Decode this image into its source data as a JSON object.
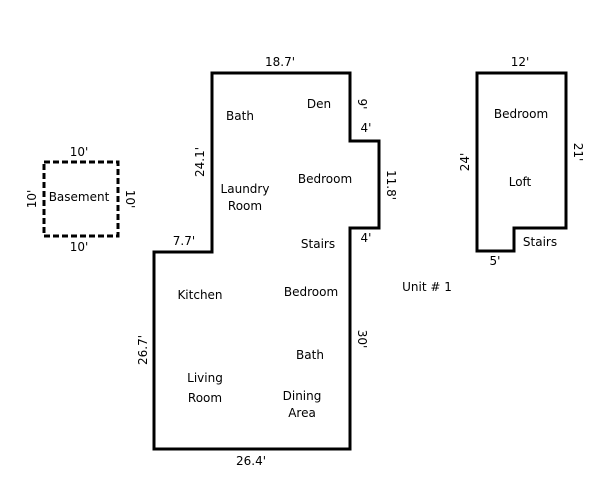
{
  "basement": {
    "label": "Basement",
    "dim_top": "10'",
    "dim_bottom": "10'",
    "dim_left": "10'",
    "dim_right": "10'"
  },
  "main_unit": {
    "dim_top": "18.7'",
    "dim_left_upper": "24.1'",
    "dim_step": "7.7'",
    "dim_left_lower": "26.7'",
    "dim_bottom": "26.4'",
    "dim_right_lower": "30'",
    "dim_notch_depth": "4'",
    "dim_notch_upper": "9'",
    "dim_notch_bottom": "4'",
    "dim_notch_height": "11.8'",
    "rooms": {
      "bath_upper": "Bath",
      "den": "Den",
      "laundry_1": "Laundry",
      "laundry_2": "Room",
      "bedroom_upper": "Bedroom",
      "stairs": "Stairs",
      "kitchen": "Kitchen",
      "bedroom_lower": "Bedroom",
      "bath_lower": "Bath",
      "living_1": "Living",
      "living_2": "Room",
      "dining_1": "Dining",
      "dining_2": "Area"
    }
  },
  "unit_label": "Unit # 1",
  "loft": {
    "dim_top": "12'",
    "dim_left": "24'",
    "dim_right": "21'",
    "dim_bottom": "5'",
    "rooms": {
      "bedroom": "Bedroom",
      "loft": "Loft",
      "stairs": "Stairs"
    }
  }
}
